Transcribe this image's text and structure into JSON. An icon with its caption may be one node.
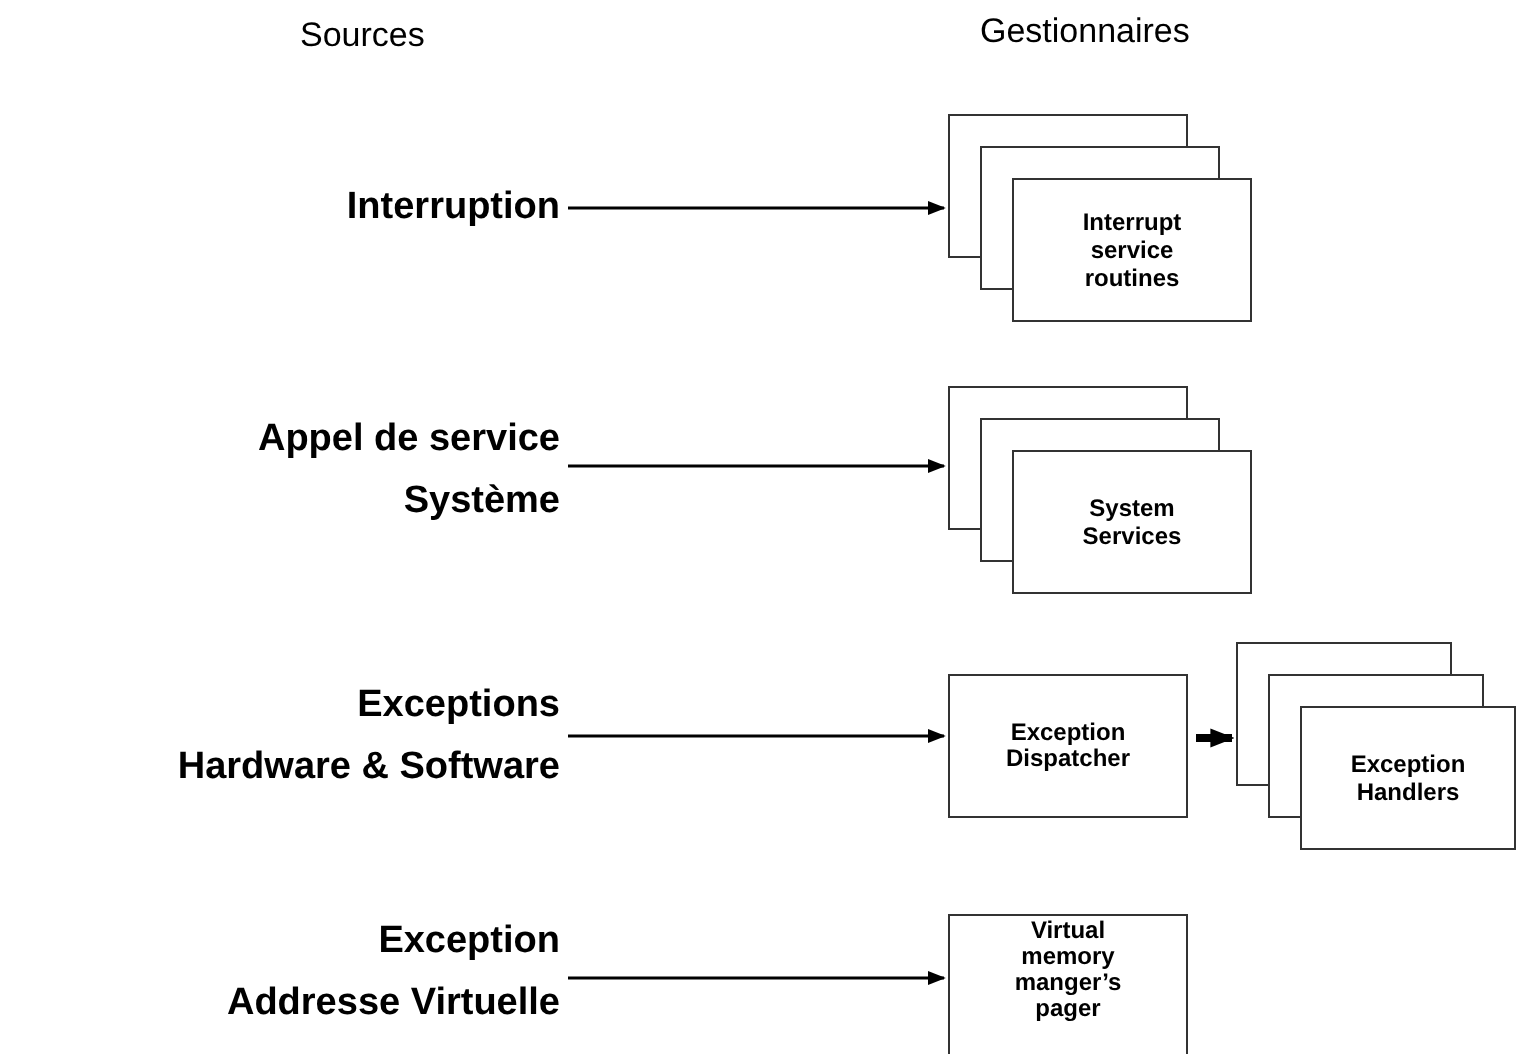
{
  "diagram": {
    "nodes": [
      {
        "text": [
          "Interruption"
        ]
      },
      {
        "text": [
          "Appel de service",
          "Système"
        ]
      },
      {
        "text": [
          "Exceptions",
          "Hardware & Software"
        ]
      },
      {
        "text": [
          "Exception",
          "Addresse Virtuelle"
        ]
      },
      {
        "text": [
          "Interrupt service routines"
        ]
      },
      {
        "text": [
          "System Services"
        ]
      },
      {
        "text": [
          "Exception Dispatcher"
        ]
      },
      {
        "text": [
          "Exception Handlers"
        ]
      },
      {
        "text": [
          "Virtual memory manger’s pager"
        ]
      }
    ],
    "edges": [
      {
        "from": 0,
        "to": 4,
        "arrow": "to"
      },
      {
        "from": 1,
        "to": 5,
        "arrow": "to"
      },
      {
        "from": 2,
        "to": 6,
        "arrow": "to"
      },
      {
        "from": 3,
        "to": 8,
        "arrow": "to"
      },
      {
        "from": 6,
        "to": 7,
        "arrow": "to",
        "style": "thick"
      }
    ],
    "labels": [
      "Sources",
      "Gestionnaires"
    ]
  }
}
